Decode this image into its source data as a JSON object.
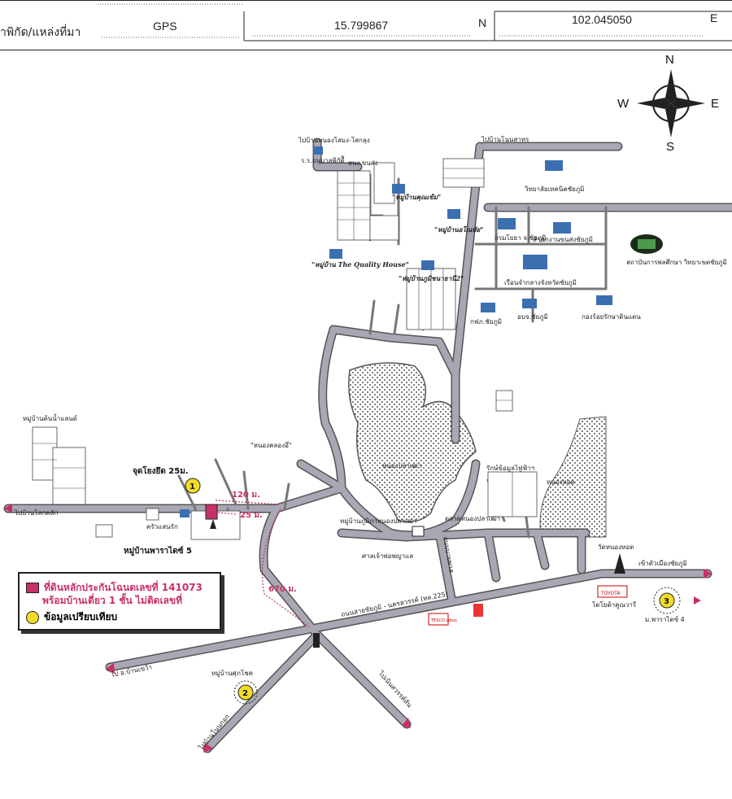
{
  "header": {
    "field_label": "าพิกัด/แหล่งที่มา",
    "source": "GPS",
    "latitude": "15.799867",
    "lat_unit": "N",
    "longitude": "102.045050",
    "lon_unit": "E"
  },
  "compass": {
    "n": "N",
    "s": "S",
    "e": "E",
    "w": "W"
  },
  "labels": {
    "to_nong_sano": "ไปบ้านหนองโสมง-โสกลุง",
    "hospital_child": "ร.ร.อนุบาลพิกัดีิ",
    "dl_office": "สนง.ขนส่ง",
    "village_kukhem": "\"หมู่บ้านคุณเข้ม\"",
    "village_nongfai": "\"หมู่บ้านอโณทัย\"",
    "village_quality": "\"หมู่บ้าน The Quality House\"",
    "village_phumi": "\"หมู่บ้านภูมิชนาธานี2\"",
    "to_ban_nong_sahat": "ไปบ้านโนนสาทร",
    "tech_college": "วิทยาลัยเทคนิคชัยภูมิ",
    "irrigation": "กรมโยธา จ.ชัยภูมิ",
    "transport_office": "สำนักงานขนส่งชัยภูมิ",
    "prison": "เรือนจำกลางจังหวัดชัยภูมิ",
    "sports_institute": "สถาบันการพลศึกษา วิทยาเขตชัยภูมิ",
    "pea": "กฟภ.ชัยภูมิ",
    "obj": "อบจ.ชัยภูมิ",
    "military": "กองร้อยรักษาดินแดน",
    "village_tonnamland": "หมู่บ้านต้นน้ำแลนด์",
    "pond_kongkhli": "\"หนองคลองอึ่\"",
    "lake_plapao": "หนองปลาเฒ่า",
    "fisheries": "รักษ์ข้อมูลไฟฟ้าฯ",
    "nong_huai": "หนองหอด",
    "market": "ตลาดหนองปลาเฒ่า",
    "village_phumi_nongplapao": "หมู่บ้านภูมิภาหนองปลาเฒ่า",
    "shrine": "ศาลเจ้าพ่อพญาแล",
    "alley": "ถนนบายพาส",
    "temple": "วัดหนองหอด",
    "to_city": "เข้าตัวเมืองชัยภูมิ",
    "toyota": "โตโยต้าคูณวารี",
    "village_paradise4": "ม.พาราไดซ์ 4",
    "road_main": "ถนนสายชัยภูมิ - นครสวรรค์ (ทล.225)",
    "to_ban_sok": "ไปบ้านโสกคลัก",
    "kitchen": "ครัวแสนรัก",
    "village_paradise5": "หมู่บ้านพาราไดซ์ 5",
    "landmark_pole": "จุดโยงยึด 25ม.",
    "to_ban_khwao": "ไป อ.บ้านเขว้า",
    "village_suksan": "หมู่บ้านศุภโชค",
    "to_ban_nonkok": "ไปบ้านโนนกอก",
    "to_nong_bua": "ไปเนินสวรรค์สัน",
    "dist_120": "120 ม.",
    "dist_25": "25 ม.",
    "dist_670": "670 ม.",
    "tesco": "TESCO Lotus",
    "toyota_brand": "TOYOTA",
    "marker_1": "1",
    "marker_2": "2",
    "marker_3": "3"
  },
  "legend": {
    "item1_line1": "ที่ดินหลักประกันโฉนดเลขที่ 141073",
    "item1_line2": "พร้อมบ้านเดี่ยว 1 ชั้น ไม่ติดเลขที่",
    "item2": "ข้อมูลเปรียบเทียบ"
  },
  "colors": {
    "road": "#a9a7b4",
    "road_edge": "#555",
    "red": "#c8306a",
    "marker": "#f2dc2a",
    "building_blue": "#3b6fb0"
  }
}
